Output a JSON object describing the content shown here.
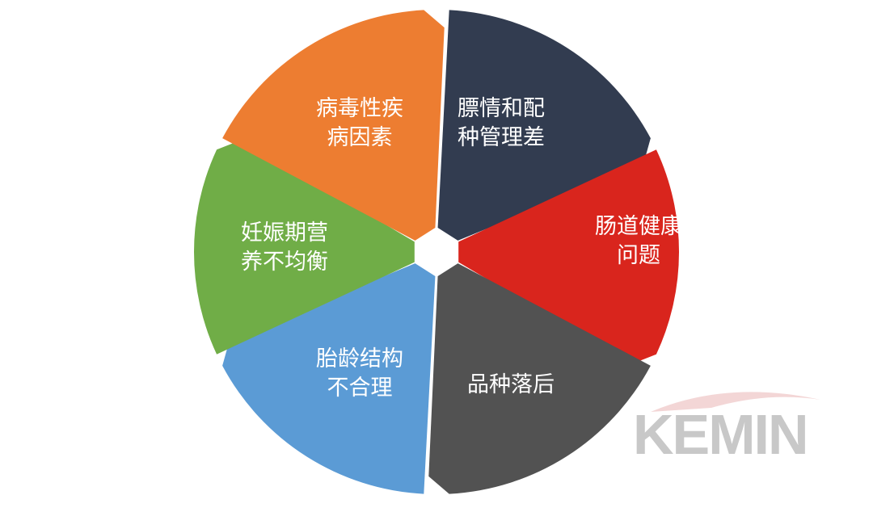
{
  "segments": [
    {
      "id": "breed-mating",
      "lines": [
        "膘情和配",
        "种管理差"
      ],
      "color": "#323c50"
    },
    {
      "id": "gut-health",
      "lines": [
        "肠道健康",
        "问题"
      ],
      "color": "#d9251d"
    },
    {
      "id": "breed-lag",
      "lines": [
        "品种落后"
      ],
      "color": "#525252"
    },
    {
      "id": "parity-structure",
      "lines": [
        "胎龄结构",
        "不合理"
      ],
      "color": "#5b9bd5"
    },
    {
      "id": "gestation-nutrition",
      "lines": [
        "妊娠期营",
        "养不均衡"
      ],
      "color": "#70ad47"
    },
    {
      "id": "viral-disease",
      "lines": [
        "病毒性疾",
        "病因素"
      ],
      "color": "#ed7d31"
    }
  ],
  "watermark": {
    "text": "KEMIN",
    "color": "#c8c8c8",
    "swoosh_color": "#e8b4b4"
  }
}
